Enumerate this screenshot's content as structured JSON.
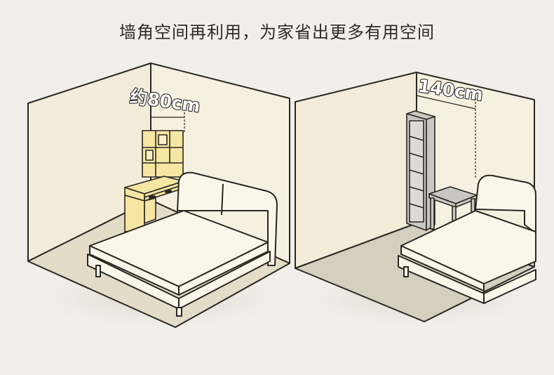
{
  "headline": "墙角空间再利用，为家省出更多有用空间",
  "left_room": {
    "measure_label": "约80cm"
  },
  "right_room": {
    "measure_label": "140cm"
  },
  "colors": {
    "background": "#f2efea",
    "room_wall": "#f2ecd9",
    "room_floor": "#e3dcc6",
    "room_floor_right": "#d5cfbf",
    "outline": "#2a2622",
    "wood_furniture": "#f6e6a3",
    "grey_furniture": "#c9c7c1",
    "bed": "#faf6ea"
  }
}
